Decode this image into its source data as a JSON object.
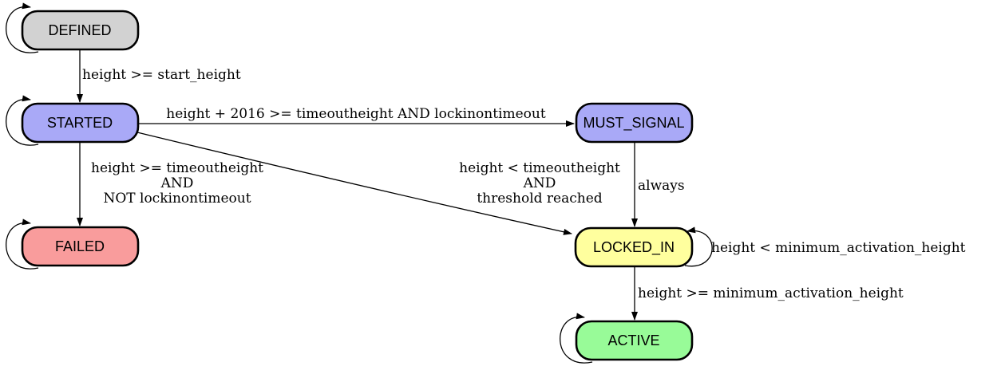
{
  "diagram": {
    "type": "state-machine",
    "background": "#ffffff",
    "edge_color": "#000000",
    "node_border_color": "#000000",
    "nodes": {
      "defined": {
        "label": "DEFINED",
        "fill": "#d2d2d2",
        "self_loop": true
      },
      "started": {
        "label": "STARTED",
        "fill": "#a9a9f7",
        "self_loop": true
      },
      "must_signal": {
        "label": "MUST_SIGNAL",
        "fill": "#a9a9f7",
        "self_loop": false
      },
      "failed": {
        "label": "FAILED",
        "fill": "#f99c9c",
        "self_loop": true
      },
      "locked_in": {
        "label": "LOCKED_IN",
        "fill": "#ffff9e",
        "self_loop": true
      },
      "active": {
        "label": "ACTIVE",
        "fill": "#98fb98",
        "self_loop": true
      }
    },
    "edges": {
      "defined_to_started": {
        "from": "DEFINED",
        "to": "STARTED",
        "label": "height >= start_height"
      },
      "started_to_must_signal": {
        "from": "STARTED",
        "to": "MUST_SIGNAL",
        "label": "height + 2016 >= timeoutheight AND lockinontimeout"
      },
      "started_to_failed": {
        "from": "STARTED",
        "to": "FAILED",
        "lines": [
          "height >= timeoutheight",
          "AND",
          "NOT lockinontimeout"
        ]
      },
      "started_to_locked_in": {
        "from": "STARTED",
        "to": "LOCKED_IN",
        "lines": [
          "height < timeoutheight",
          "AND",
          "threshold reached"
        ]
      },
      "must_signal_to_locked_in": {
        "from": "MUST_SIGNAL",
        "to": "LOCKED_IN",
        "label": "always"
      },
      "locked_in_self_loop": {
        "from": "LOCKED_IN",
        "to": "LOCKED_IN",
        "label": "height < minimum_activation_height"
      },
      "locked_in_to_active": {
        "from": "LOCKED_IN",
        "to": "ACTIVE",
        "label": "height >= minimum_activation_height"
      }
    }
  }
}
